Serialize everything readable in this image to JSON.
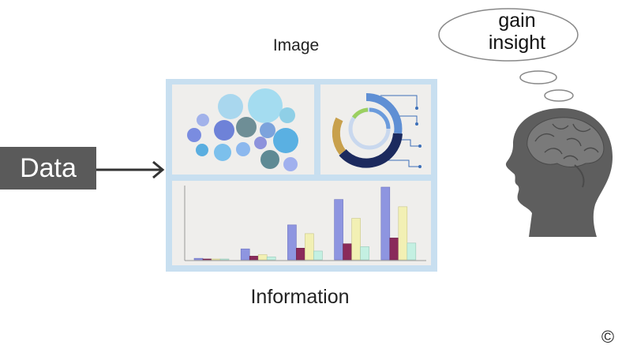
{
  "data_box": {
    "label": "Data"
  },
  "image_label": "Image",
  "information_label": "Information",
  "thought": {
    "line1": "gain",
    "line2": "insight"
  },
  "copyright_symbol": "©",
  "colors": {
    "frame": "#c8dff0",
    "panel": "#efeeec",
    "data_box": "#5a5a5a",
    "bar_blue": "#8e95e0",
    "bar_maroon": "#8a2a5a",
    "bar_yellow": "#f2f0b4",
    "bar_mint": "#c4f0e2",
    "head": "#5c5c5c"
  },
  "bar_chart": {
    "type": "bar",
    "groups": 5,
    "series": [
      {
        "values": [
          2,
          15,
          48,
          83,
          100
        ]
      },
      {
        "values": [
          1,
          5,
          16,
          22,
          30
        ]
      },
      {
        "values": [
          0,
          7,
          36,
          57,
          73
        ]
      },
      {
        "values": [
          0,
          4,
          12,
          18,
          23
        ]
      }
    ]
  }
}
